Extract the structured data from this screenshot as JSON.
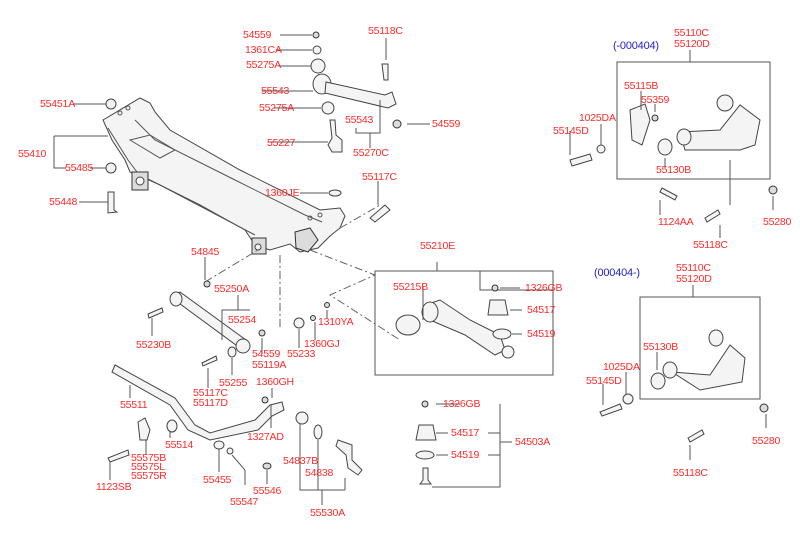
{
  "diagram": {
    "title": "Rear Suspension Crossmember & Control Arms",
    "variants": {
      "upper_before": "(-000404)",
      "upper_after": "(000404-)"
    },
    "colors": {
      "label": "#ff2a2a",
      "variant": "#2222cc",
      "line": "#555555"
    },
    "labels": {
      "p54559_top": "54559",
      "p1361CA": "1361CA",
      "p55275A_top": "55275A",
      "p55118C_top": "55118C",
      "p55543_left": "55543",
      "p55275A_bot": "55275A",
      "p55543_right": "55543",
      "p54559_right": "54559",
      "p55227": "55227",
      "p55270C": "55270C",
      "p55451A": "55451A",
      "p55410": "55410",
      "p55485": "55485",
      "p55448": "55448",
      "p1360JE": "1360JE",
      "p55117C_top": "55117C",
      "p54845": "54845",
      "p55250A": "55250A",
      "p55254": "55254",
      "p55230B": "55230B",
      "p54559_mid": "54559",
      "p55119A": "55119A",
      "p55233": "55233",
      "p1360GJ": "1360GJ",
      "p1310YA": "1310YA",
      "p55255": "55255",
      "p55117C_mid": "55117C",
      "p55117D": "55117D",
      "p1360GH": "1360GH",
      "p55511": "55511",
      "p1327AD": "1327AD",
      "p55514": "55514",
      "p55575B": "55575B",
      "p55575L": "55575L",
      "p55575R": "55575R",
      "p1123SB": "1123SB",
      "p55455": "55455",
      "p55547": "55547",
      "p55546": "55546",
      "p54837B": "54837B",
      "p54838": "54838",
      "p55530A": "55530A",
      "p55210E": "55210E",
      "p1326GB_top": "1326GB",
      "p55215B": "55215B",
      "p54517_top": "54517",
      "p54519_top": "54519",
      "p1326GB_bot": "1326GB",
      "p54517_bot": "54517",
      "p54519_bot": "54519",
      "p54503A": "54503A",
      "u1_55110C": "55110C",
      "u1_55120D": "55120D",
      "u1_55115B": "55115B",
      "u1_55359": "55359",
      "u1_1025DA": "1025DA",
      "u1_55145D": "55145D",
      "u1_55130B": "55130B",
      "u1_1124AA": "1124AA",
      "u1_55118C": "55118C",
      "u1_55280": "55280",
      "u2_55110C": "55110C",
      "u2_55120D": "55120D",
      "u2_55130B": "55130B",
      "u2_1025DA": "1025DA",
      "u2_55145D": "55145D",
      "u2_55118C": "55118C",
      "u2_55280": "55280"
    }
  }
}
